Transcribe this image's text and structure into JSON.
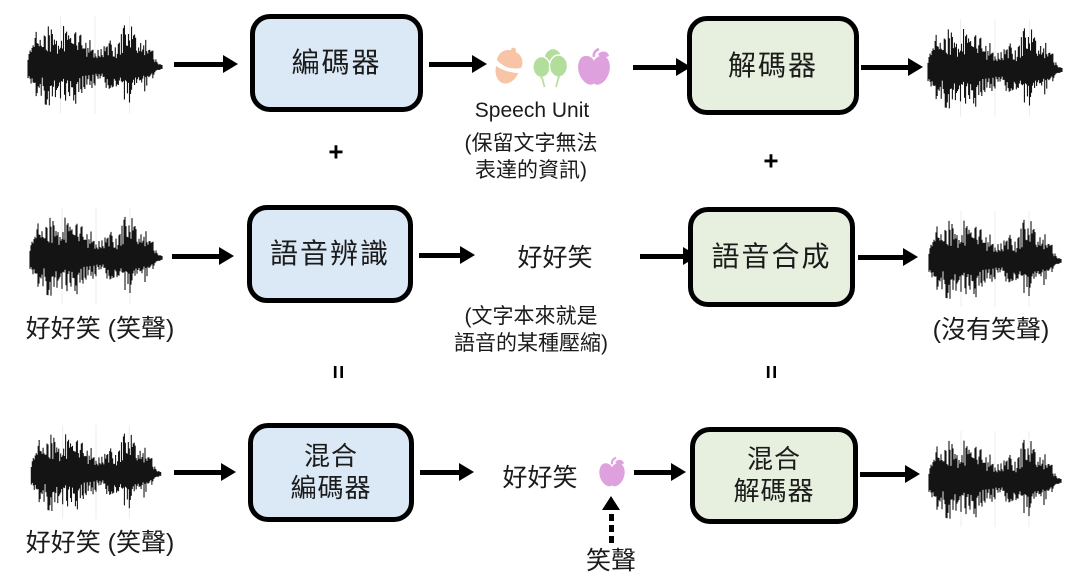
{
  "boxes": {
    "encoder": "編碼器",
    "decoder": "解碼器",
    "asr": "語音辨識",
    "tts": "語音合成",
    "hybrid_encoder": "混合\n編碼器",
    "hybrid_decoder": "混合\n解碼器"
  },
  "operators": {
    "plus_left": "+",
    "plus_right": "+",
    "equals_left": "=",
    "equals_right": "="
  },
  "speech_unit": {
    "title": "Speech Unit",
    "note_line1": "(保留文字無法",
    "note_line2": "表達的資訊)",
    "icons": [
      "acorn-icon",
      "balloons-icon",
      "apple-icon"
    ]
  },
  "row2": {
    "input_label": "好好笑 (笑聲)",
    "text_output": "好好笑",
    "note_line1": "(文字本來就是",
    "note_line2": "語音的某種壓縮)",
    "output_label": "(沒有笑聲)"
  },
  "row3": {
    "input_label": "好好笑 (笑聲)",
    "text_output": "好好笑",
    "laughter_label": "笑聲",
    "unit_icon": "apple-icon"
  },
  "colors": {
    "box_blue": "#dbe9f6",
    "box_green": "#e7f0de",
    "box_border": "#000000",
    "arrow": "#000000",
    "acorn": "#f7c5a5",
    "balloon": "#b2dd9b",
    "apple": "#dfa0de"
  }
}
